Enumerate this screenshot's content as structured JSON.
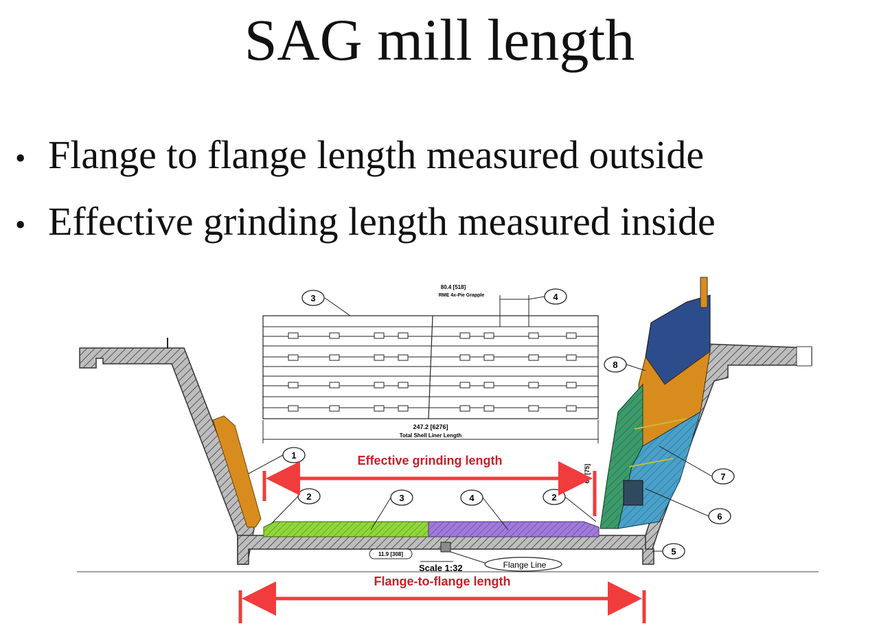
{
  "slide": {
    "title": "SAG mill length",
    "bullets": [
      "Flange to flange length measured outside",
      "Effective grinding length measured inside"
    ]
  },
  "diagram": {
    "callouts": [
      "3",
      "4",
      "8",
      "1",
      "7",
      "2",
      "3",
      "4",
      "2",
      "6",
      "5"
    ],
    "top_dimension": "80.4 [518]",
    "top_dimension_sub": "RME 4x-Pie Grapple",
    "total_length": "247.2 [6276]",
    "total_length_sub": "Total Shell Liner Length",
    "side_dimension": "60 [75]",
    "small_dimension": "11.9 [308]",
    "scale": "Scale 1:32",
    "flange_line": "Flange Line",
    "effective_label": "Effective grinding length",
    "flange_label": "Flange-to-flange length"
  },
  "colors": {
    "accent_red": "#c8202a",
    "arrow_red": "#f03c3c",
    "liner_green": "#8fd63a",
    "liner_purple": "#a07ad8",
    "head_orange": "#d98c1e",
    "head_blue": "#2d4c8c",
    "head_teal": "#4aa0c8",
    "head_green": "#3c9a6a",
    "shell_gray": "#8a8a8a"
  }
}
